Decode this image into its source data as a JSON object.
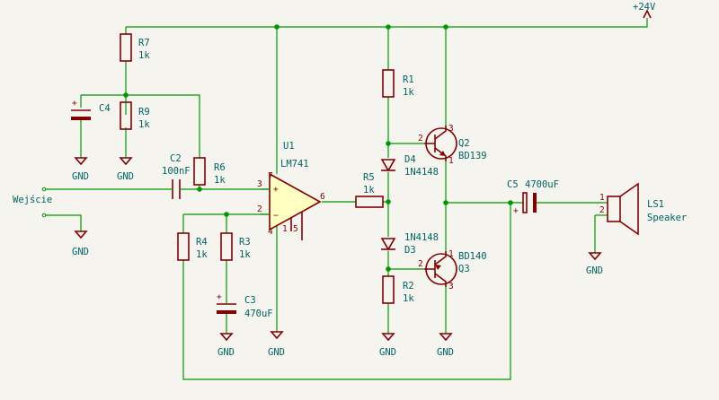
{
  "colors": {
    "background": "#f5f4ef",
    "wire": "#009600",
    "symbol": "#840000",
    "symbol_fill": "#ffffc2",
    "text": "#006464"
  },
  "power": {
    "vcc": "+24V",
    "gnd": "GND"
  },
  "input_label": "Wejście",
  "resistors": {
    "R7": {
      "ref": "R7",
      "value": "1k"
    },
    "R9": {
      "ref": "R9",
      "value": "1k"
    },
    "R6": {
      "ref": "R6",
      "value": "1k"
    },
    "R4": {
      "ref": "R4",
      "value": "1k"
    },
    "R3": {
      "ref": "R3",
      "value": "1k"
    },
    "R1": {
      "ref": "R1",
      "value": "1k"
    },
    "R5": {
      "ref": "R5",
      "value": "1k"
    },
    "R2": {
      "ref": "R2",
      "value": "1k"
    }
  },
  "capacitors": {
    "C4": {
      "ref": "C4",
      "value": ""
    },
    "C2": {
      "ref": "C2",
      "value": "100nF"
    },
    "C3": {
      "ref": "C3",
      "value": "470uF"
    },
    "C5": {
      "ref": "C5",
      "value": "4700uF"
    }
  },
  "opamp": {
    "ref": "U1",
    "value": "LM741",
    "pins": {
      "p7": "7",
      "p3": "3",
      "p2": "2",
      "p4": "4",
      "p6": "6",
      "p1": "1",
      "p5": "5",
      "plus": "+",
      "minus": "−"
    }
  },
  "diodes": {
    "D4": {
      "ref": "D4",
      "value": "1N4148"
    },
    "D3": {
      "ref": "D3",
      "value": "1N4148"
    }
  },
  "transistors": {
    "Q2": {
      "ref": "Q2",
      "value": "BD139",
      "pins": {
        "b": "2",
        "c": "3",
        "e": "1"
      }
    },
    "Q3": {
      "ref": "Q3",
      "value": "BD140",
      "pins": {
        "b": "2",
        "c": "3",
        "e": "1"
      }
    }
  },
  "speaker": {
    "ref": "LS1",
    "value": "Speaker",
    "pin1": "1",
    "pin2": "2"
  },
  "polarity_mark": "+"
}
